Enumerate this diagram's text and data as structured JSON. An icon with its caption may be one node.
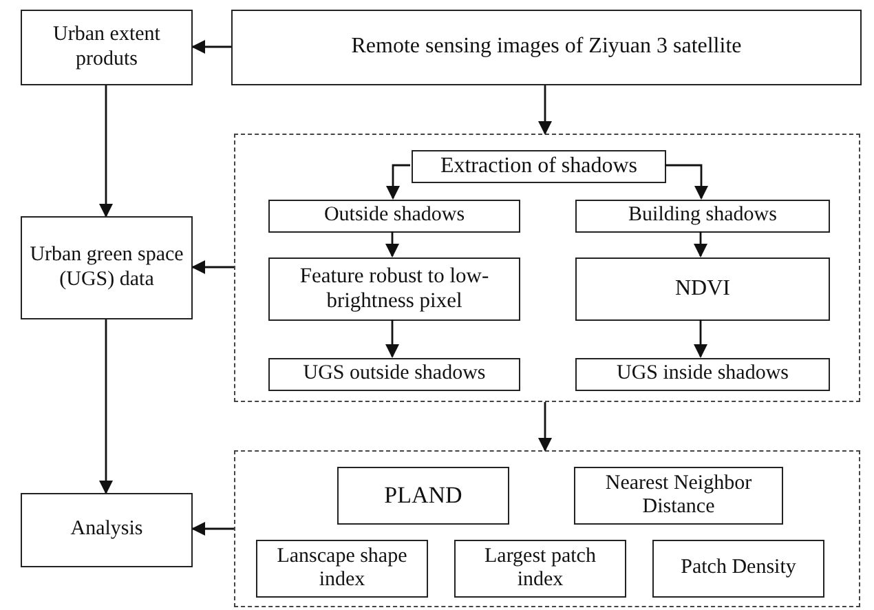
{
  "diagram": {
    "nodes": [
      {
        "text": [
          "Urban extent produts"
        ]
      },
      {
        "text": [
          "Remote sensing images of Ziyuan 3 satellite"
        ]
      },
      {
        "text": [],
        "shape": "box"
      },
      {
        "text": [
          "Extraction of shadows"
        ],
        "in": 2
      },
      {
        "text": [
          "Outside shadows"
        ],
        "in": 2
      },
      {
        "text": [
          "Building shadows"
        ],
        "in": 2
      },
      {
        "text": [
          "Feature robust to low-brightness pixel"
        ],
        "in": 2
      },
      {
        "text": [
          "NDVI"
        ],
        "in": 2
      },
      {
        "text": [
          "UGS outside shadows"
        ],
        "in": 2
      },
      {
        "text": [
          "UGS inside shadows"
        ],
        "in": 2
      },
      {
        "text": [
          "Urban green space (UGS) data"
        ]
      },
      {
        "text": [
          "Analysis"
        ]
      },
      {
        "text": [],
        "shape": "box"
      },
      {
        "text": [
          "PLAND"
        ],
        "in": 12
      },
      {
        "text": [
          "Nearest Neighbor Distance"
        ],
        "in": 12
      },
      {
        "text": [
          "Lanscape shape index"
        ],
        "in": 12
      },
      {
        "text": [
          "Largest patch index"
        ],
        "in": 12
      },
      {
        "text": [
          "Patch Density"
        ],
        "in": 12
      }
    ],
    "edges": [
      {
        "from": 1,
        "to": 0,
        "arrow": "to"
      },
      {
        "from": 1,
        "to": 2,
        "arrow": "to"
      },
      {
        "from": 3,
        "to": 4,
        "arrow": "to"
      },
      {
        "from": 3,
        "to": 5,
        "arrow": "to"
      },
      {
        "from": 4,
        "to": 6,
        "arrow": "to"
      },
      {
        "from": 5,
        "to": 7,
        "arrow": "to"
      },
      {
        "from": 6,
        "to": 8,
        "arrow": "to"
      },
      {
        "from": 7,
        "to": 9,
        "arrow": "to"
      },
      {
        "from": 2,
        "to": 10,
        "arrow": "to"
      },
      {
        "from": 0,
        "to": 10,
        "arrow": "to"
      },
      {
        "from": 2,
        "to": 12,
        "arrow": "to"
      },
      {
        "from": 10,
        "to": 11,
        "arrow": "to"
      },
      {
        "from": 12,
        "to": 11,
        "arrow": "to"
      }
    ]
  }
}
